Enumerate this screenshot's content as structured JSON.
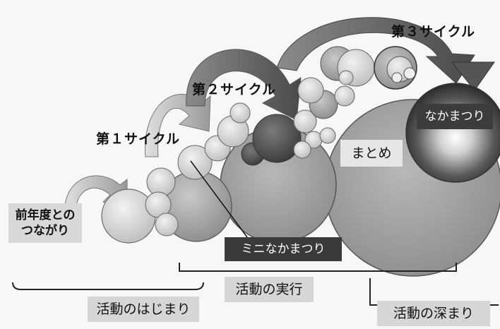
{
  "cycles": {
    "first": "第１サイクル",
    "second": "第２サイクル",
    "third": "第３サイクル"
  },
  "boxes": {
    "previous_year_line1": "前年度との",
    "previous_year_line2": "つながり",
    "mini_nakamatsuri": "ミニなかまつり",
    "matome": "まとめ",
    "nakamatsuri": "なかまつり"
  },
  "phases": {
    "start": "活動のはじまり",
    "execution": "活動の実行",
    "deepening": "活動の深まり"
  },
  "colors": {
    "light_gray": "#d6d6d6",
    "mid_gray": "#9a9a9a",
    "dark_gray": "#3a3a3a",
    "background": "#f7f7f5"
  }
}
